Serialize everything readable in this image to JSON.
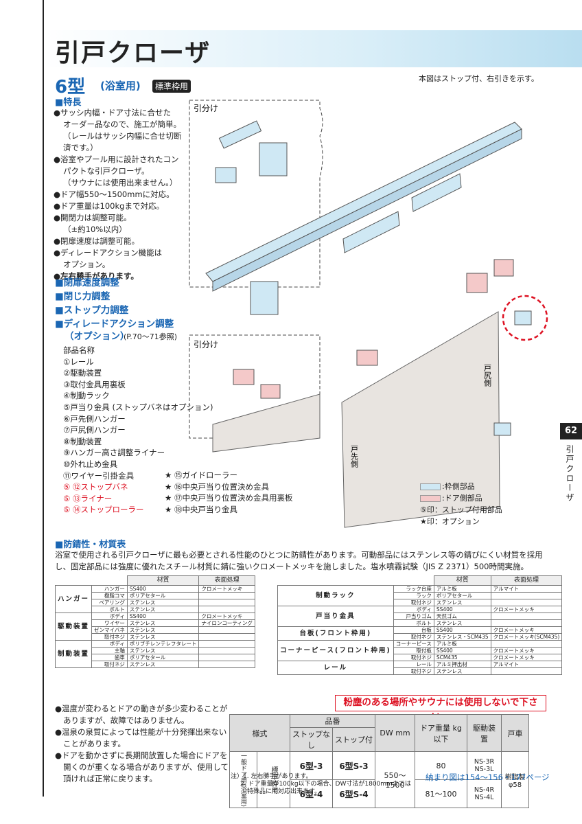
{
  "header": {
    "title": "引戸クローザ",
    "model": "6型",
    "model_sub": "(浴室用)",
    "badge": "標準枠用",
    "figure_note": "本図はストップ付、右引きを示す。"
  },
  "features": {
    "heading": "■特長",
    "items": [
      {
        "text": "●サッシ内幅・ドア寸法に合せた",
        "cls": ""
      },
      {
        "text": "オーダー品なので、施工が簡単。",
        "cls": "sub"
      },
      {
        "text": "（レールはサッシ内幅に合せ切断",
        "cls": "sub"
      },
      {
        "text": "済です。）",
        "cls": "sub"
      },
      {
        "text": "●浴室やプール用に設計されたコン",
        "cls": ""
      },
      {
        "text": "パクトな引戸クローザ。",
        "cls": "sub"
      },
      {
        "text": "（サウナには使用出来ません。）",
        "cls": "sub"
      },
      {
        "text": "●ドア幅550～1500mmに対応。",
        "cls": ""
      },
      {
        "text": "●ドア重量は100kgまで対応。",
        "cls": ""
      },
      {
        "text": "●開閉力は調整可能。",
        "cls": ""
      },
      {
        "text": "（±約10%以内）",
        "cls": "sub"
      },
      {
        "text": "●閉扉速度は調整可能。",
        "cls": ""
      },
      {
        "text": "●ディレードアクション機能は",
        "cls": ""
      },
      {
        "text": "オプション。",
        "cls": "sub"
      },
      {
        "text": "●左右勝手があります。",
        "cls": "bold"
      }
    ]
  },
  "adjustments": [
    "■閉扉速度調整",
    "■閉じ力調整",
    "■ストップ力調整",
    "■ディレードアクション調整",
    "（オプション）",
    "(P.70～71参照)"
  ],
  "parts": {
    "heading": "部品名称",
    "items": [
      {
        "text": "①レール",
        "red": false
      },
      {
        "text": "②駆動装置",
        "red": false
      },
      {
        "text": "③取付金具用裏板",
        "red": false
      },
      {
        "text": "④制動ラック",
        "red": false
      },
      {
        "text": "⑤戸当り金具 (ストップバネはオプション)",
        "red": false
      },
      {
        "text": "⑥戸先側ハンガー",
        "red": false
      },
      {
        "text": "⑦戸尻側ハンガー",
        "red": false
      },
      {
        "text": "⑧制動装置",
        "red": false
      },
      {
        "text": "⑨ハンガー高さ調整ライナー",
        "red": false
      },
      {
        "text": "⑩外れ止め金具",
        "red": false
      },
      {
        "text": "⑪ワイヤー引掛金具",
        "red": false
      },
      {
        "text": "⑤ ⑫ストップバネ",
        "red": true
      },
      {
        "text": "⑤ ⑬ライナー",
        "red": true
      },
      {
        "text": "⑤ ⑭ストップローラー",
        "red": true
      }
    ],
    "options": [
      "★ ⑮ガイドローラー",
      "★ ⑯中央戸当り位置決め金具",
      "★ ⑰中央戸当り位置決め金具用裏板",
      "★ ⑱中央戸当り金具"
    ]
  },
  "diagram": {
    "label_hikiwake": "引分け",
    "door_tail": "戸尻側",
    "door_tip": "戸先側",
    "legend": [
      {
        "text": ":枠側部品",
        "color": "#cfe8f4"
      },
      {
        "text": ":ドア側部品",
        "color": "#f4c9c9"
      },
      {
        "text": "⑤印：ストップ付用部品",
        "color": ""
      },
      {
        "text": "★印：オプション",
        "color": ""
      }
    ]
  },
  "rust": {
    "heading": "■防錆性・材質表",
    "text": "浴室で使用される引戸クローザに最も必要とされる性能のひとつに防錆性があります。可動部品にはステンレス等の錆びにくい材質を採用し、固定部品には強度に優れたスチール材質に錆に強いクロメートメッキを施しました。塩水噴霧試験（JIS Z 2371）500時間実施。"
  },
  "table_left": {
    "headers": [
      "材質",
      "表面処理"
    ],
    "groups": [
      {
        "name": "ハンガー",
        "rows": [
          [
            "ハンガー",
            "SS400",
            "クロメートメッキ"
          ],
          [
            "樹脂コマ",
            "ポリアセタール",
            ""
          ],
          [
            "ベアリング",
            "ステンレス",
            ""
          ],
          [
            "ボルト",
            "ステンレス",
            ""
          ]
        ]
      },
      {
        "name": "駆動装置",
        "rows": [
          [
            "ボディ",
            "SS400",
            "クロメートメッキ"
          ],
          [
            "ワイヤー",
            "ステンレス",
            "ナイロンコーティング"
          ],
          [
            "ゼンマイバネ",
            "ステンレス",
            ""
          ],
          [
            "取付ネジ",
            "ステンレス",
            ""
          ]
        ]
      },
      {
        "name": "制動装置",
        "rows": [
          [
            "ボディ",
            "ポリブチレンテレフタレート",
            ""
          ],
          [
            "主軸",
            "ステンレス",
            ""
          ],
          [
            "歯車",
            "ポリアセタール",
            ""
          ],
          [
            "取付ネジ",
            "ステンレス",
            ""
          ]
        ]
      }
    ]
  },
  "table_right": {
    "headers": [
      "材質",
      "表面処理"
    ],
    "groups": [
      {
        "name": "制動ラック",
        "rows": [
          [
            "ラック台座",
            "アルミ板",
            "アルマイト"
          ],
          [
            "ラック",
            "ポリアセタール",
            ""
          ],
          [
            "取付ネジ",
            "ステンレス",
            ""
          ]
        ]
      },
      {
        "name": "戸当り金具",
        "rows": [
          [
            "ボディ",
            "SS400",
            "クロメートメッキ"
          ],
          [
            "戸当りゴム",
            "天然ゴム",
            ""
          ],
          [
            "ボルト",
            "ステンレス",
            ""
          ]
        ]
      },
      {
        "name": "台板(フロント枠用)",
        "rows": [
          [
            "台板",
            "SS400",
            "クロメートメッキ"
          ],
          [
            "取付ネジ",
            "ステンレス・SCM435",
            "クロメートメッキ(SCM435)"
          ]
        ]
      },
      {
        "name": "コーナーピース(フロント枠用)",
        "rows": [
          [
            "コーナーピース",
            "アルミ板",
            ""
          ],
          [
            "取付板",
            "SS400",
            "クロメートメッキ"
          ],
          [
            "取付ネジ",
            "SCM435",
            "クロメートメッキ"
          ]
        ]
      },
      {
        "name": "レール",
        "rows": [
          [
            "レール",
            "アルミ押出材",
            "アルマイト"
          ],
          [
            "取付ネジ",
            "ステンレス",
            ""
          ]
        ]
      }
    ]
  },
  "warning": "粉塵のある場所やサウナには使用しないで下さい。",
  "bottom_notes": [
    "●温度が変わるとドアの動きが多少変わることがありますが、故障ではありません。",
    "●温泉の泉質によっては性能が十分発揮出来ないことがあります。",
    "●ドアを動かさずに長期間放置した場合にドアを開くのが重くなる場合がありますが、使用して頂ければ正常に戻ります。"
  ],
  "spec_table": {
    "h_style": "様式",
    "h_part": "品番",
    "h_nostop": "ストップなし",
    "h_stop": "ストップ付",
    "h_dw": "DW mm",
    "h_weight": "ドア重量 kg 以下",
    "h_drive": "駆動装置",
    "h_wheel": "戸車",
    "style1": "一般ドア用(浴室用)",
    "style2": "標準枠用",
    "rows": [
      {
        "nostop": "6型-3",
        "stop": "6型S-3",
        "weight": "80",
        "drive": "NS-3R NS-3L"
      },
      {
        "nostop": "6型-4",
        "stop": "6型S-4",
        "weight": "81～100",
        "drive": "NS-4R NS-4L"
      }
    ],
    "dw": "550～1500",
    "wheel": "樹脂製 φ58"
  },
  "footnotes": [
    "注）1. 左右勝手があります。",
    "2. ドア重量が100kg以下の場合、DW寸法が1800mmまでは",
    "特殊品にて対応出来ます。"
  ],
  "footref": "納まり図は154～156・177ページ",
  "page_tab": {
    "number": "62",
    "label": "引戸クローザ"
  }
}
